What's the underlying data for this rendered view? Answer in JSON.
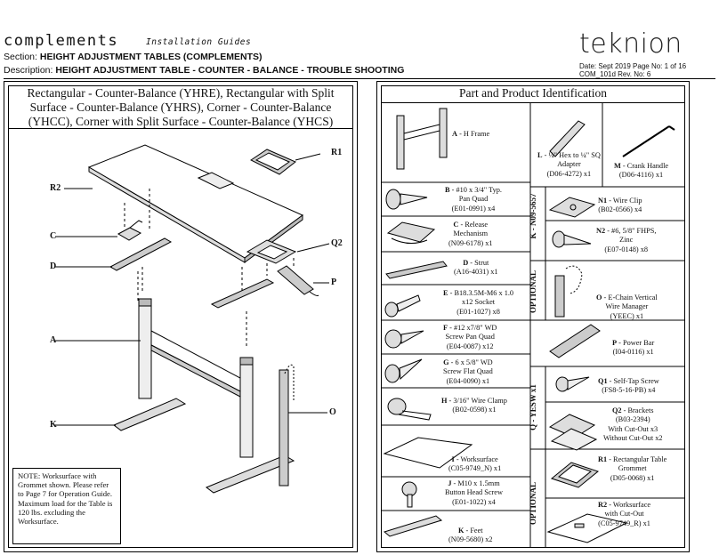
{
  "header": {
    "brand": "complements",
    "brand_sub": "Installation Guides",
    "section_prefix": "Section:",
    "section_value": "HEIGHT ADJUSTMENT TABLES (COMPLEMENTS)",
    "description_prefix": "Description:",
    "description_value": "HEIGHT ADJUSTMENT TABLE - COUNTER - BALANCE - TROUBLE SHOOTING",
    "logo": "teknion",
    "meta_line1": "Date:  Sept 2019   Page No: 1 of 16",
    "meta_line2": "COM_101d            Rev. No: 6"
  },
  "left_panel": {
    "title": "Rectangular - Counter-Balance (YHRE), Rectangular with Split Surface - Counter-Balance (YHRS), Corner - Counter-Balance (YHCC), Corner with Split Surface - Counter-Balance (YHCS)",
    "labels": {
      "r1": "R1",
      "r2": "R2",
      "c": "C",
      "q2": "Q2",
      "d": "D",
      "p": "P",
      "a": "A",
      "o": "O",
      "k": "K"
    },
    "note": "NOTE: Worksurface with Grommet shown. Please refer to Page 7 for Operation Guide. Maximum load for the Table is 120 lbs. excluding the Worksurface."
  },
  "right_panel": {
    "title": "Part and Product Identification",
    "groups": {
      "k": "K - N09-5657",
      "optional1": "OPTIONAL",
      "q": "Q - YESW x1",
      "optional2": "OPTIONAL"
    },
    "parts": {
      "a": {
        "l1": "A",
        "l2": " - H Frame"
      },
      "b": {
        "l1": "B",
        "l2": " - #10 x 3/4\" Typ.",
        "l3": "Pan Quad",
        "l4": "(E01-0991) x4"
      },
      "c": {
        "l1": "C",
        "l2": " - Release",
        "l3": "Mechanism",
        "l4": "(N09-6178) x1"
      },
      "d": {
        "l1": "D",
        "l2": " - Strut",
        "l3": "(A16-4031) x1"
      },
      "e": {
        "l1": "E",
        "l2": " - B18.3.5M-M6 x 1.0",
        "l3": "x12 Socket",
        "l4": "(E01-1027) x8"
      },
      "f": {
        "l1": "F",
        "l2": " - #12 x7/8\" WD",
        "l3": "Screw Pan Quad",
        "l4": "(E04-0087) x12"
      },
      "g": {
        "l1": "G",
        "l2": " - 6 x 5/8\" WD",
        "l3": "Screw Flat Quad",
        "l4": "(E04-0090) x1"
      },
      "h": {
        "l1": "H",
        "l2": " - 3/16\" Wire Clamp",
        "l3": "(B02-0598) x1"
      },
      "i": {
        "l1": "I",
        "l2": " - Worksurface",
        "l3": "(C05-9749_N) x1"
      },
      "j": {
        "l1": "J",
        "l2": " - M10 x 1.5mm",
        "l3": "Button Head Screw",
        "l4": "(E01-1022) x4"
      },
      "k": {
        "l1": "K",
        "l2": " - Feet",
        "l3": "(N09-5680) x2"
      },
      "l": {
        "l1": "L",
        "l2": " - ¼\" Hex to ¼\" SQ",
        "l3": "Adapter",
        "l4": "(D06-4272) x1"
      },
      "m": {
        "l1": "M",
        "l2": " - Crank Handle",
        "l3": "(D06-4116) x1"
      },
      "n1": {
        "l1": "N1",
        "l2": " - Wire Clip",
        "l3": "(B02-0566) x4"
      },
      "n2": {
        "l1": "N2",
        "l2": " - #6, 5/8\" FHPS,",
        "l3": "Zinc",
        "l4": "(E07-0148) x8"
      },
      "o": {
        "l1": "O",
        "l2": " - E-Chain Vertical",
        "l3": "Wire Manager",
        "l4": "(YEEC) x1"
      },
      "p": {
        "l1": "P",
        "l2": " - Power Bar",
        "l3": "(I04-0116) x1"
      },
      "q1": {
        "l1": "Q1",
        "l2": " - Self-Tap Screw",
        "l3": "(FS8-5-16-PB) x4"
      },
      "q2": {
        "l1": "Q2",
        "l2": " - Brackets",
        "l3": "(B03-2394)",
        "l4": "With Cut-Out x3",
        "l5": "Without Cut-Out x2"
      },
      "r1": {
        "l1": "R1",
        "l2": " - Rectangular Table",
        "l3": "Grommet",
        "l4": "(D05-0068) x1"
      },
      "r2": {
        "l1": "R2",
        "l2": " - Worksurface",
        "l3": "with Cut-Out",
        "l4": "(C05-9749_R) x1"
      }
    }
  }
}
